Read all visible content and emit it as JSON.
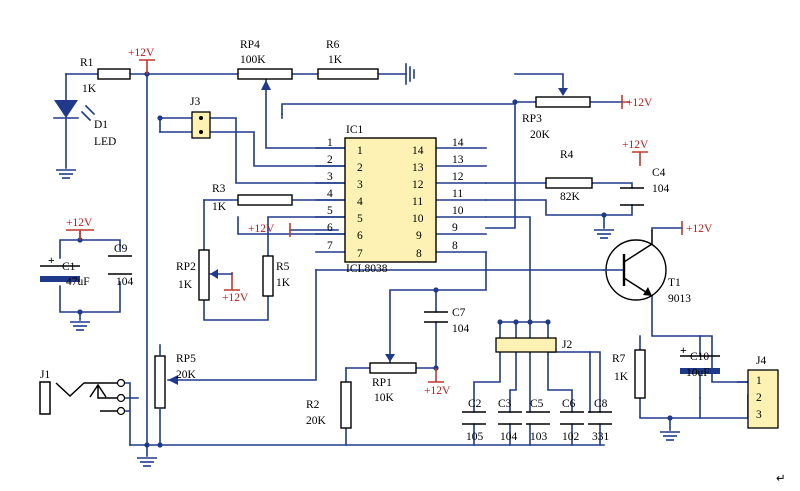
{
  "vcc": "+12V",
  "components": {
    "r1": {
      "ref": "R1",
      "val": "1K"
    },
    "d1": {
      "ref": "D1",
      "val": "LED"
    },
    "rp4": {
      "ref": "RP4",
      "val": "100K"
    },
    "r6": {
      "ref": "R6",
      "val": "1K"
    },
    "rp3": {
      "ref": "RP3",
      "val": "20K"
    },
    "j3": {
      "ref": "J3"
    },
    "ic1": {
      "ref": "IC1",
      "part": "ICL8038"
    },
    "r4": {
      "ref": "R4",
      "val": "82K"
    },
    "c4": {
      "ref": "C4",
      "val": "104"
    },
    "r3": {
      "ref": "R3",
      "val": "1K"
    },
    "rp2": {
      "ref": "RP2",
      "val": "1K"
    },
    "r5": {
      "ref": "R5",
      "val": "1K"
    },
    "c1": {
      "ref": "C1",
      "val": "47uF"
    },
    "c9": {
      "ref": "C9",
      "val": "104"
    },
    "t1": {
      "ref": "T1",
      "val": "9013"
    },
    "c7": {
      "ref": "C7",
      "val": "104"
    },
    "j1": {
      "ref": "J1"
    },
    "rp5": {
      "ref": "RP5",
      "val": "20K"
    },
    "rp1": {
      "ref": "RP1",
      "val": "10K"
    },
    "r2": {
      "ref": "R2",
      "val": "20K"
    },
    "j2": {
      "ref": "J2"
    },
    "c2": {
      "ref": "C2",
      "val": "105"
    },
    "c3": {
      "ref": "C3",
      "val": "104"
    },
    "c5": {
      "ref": "C5",
      "val": "103"
    },
    "c6": {
      "ref": "C6",
      "val": "102"
    },
    "c8": {
      "ref": "C8",
      "val": "331"
    },
    "r7": {
      "ref": "R7",
      "val": "1K"
    },
    "c10": {
      "ref": "C10",
      "val": "10uF"
    },
    "j4": {
      "ref": "J4",
      "pins": [
        "1",
        "2",
        "3"
      ]
    }
  },
  "ic_pins_left": [
    "1",
    "2",
    "3",
    "4",
    "5",
    "6",
    "7"
  ],
  "ic_pins_right": [
    "14",
    "13",
    "12",
    "11",
    "10",
    "9",
    "8"
  ],
  "return_symbol": "↵"
}
